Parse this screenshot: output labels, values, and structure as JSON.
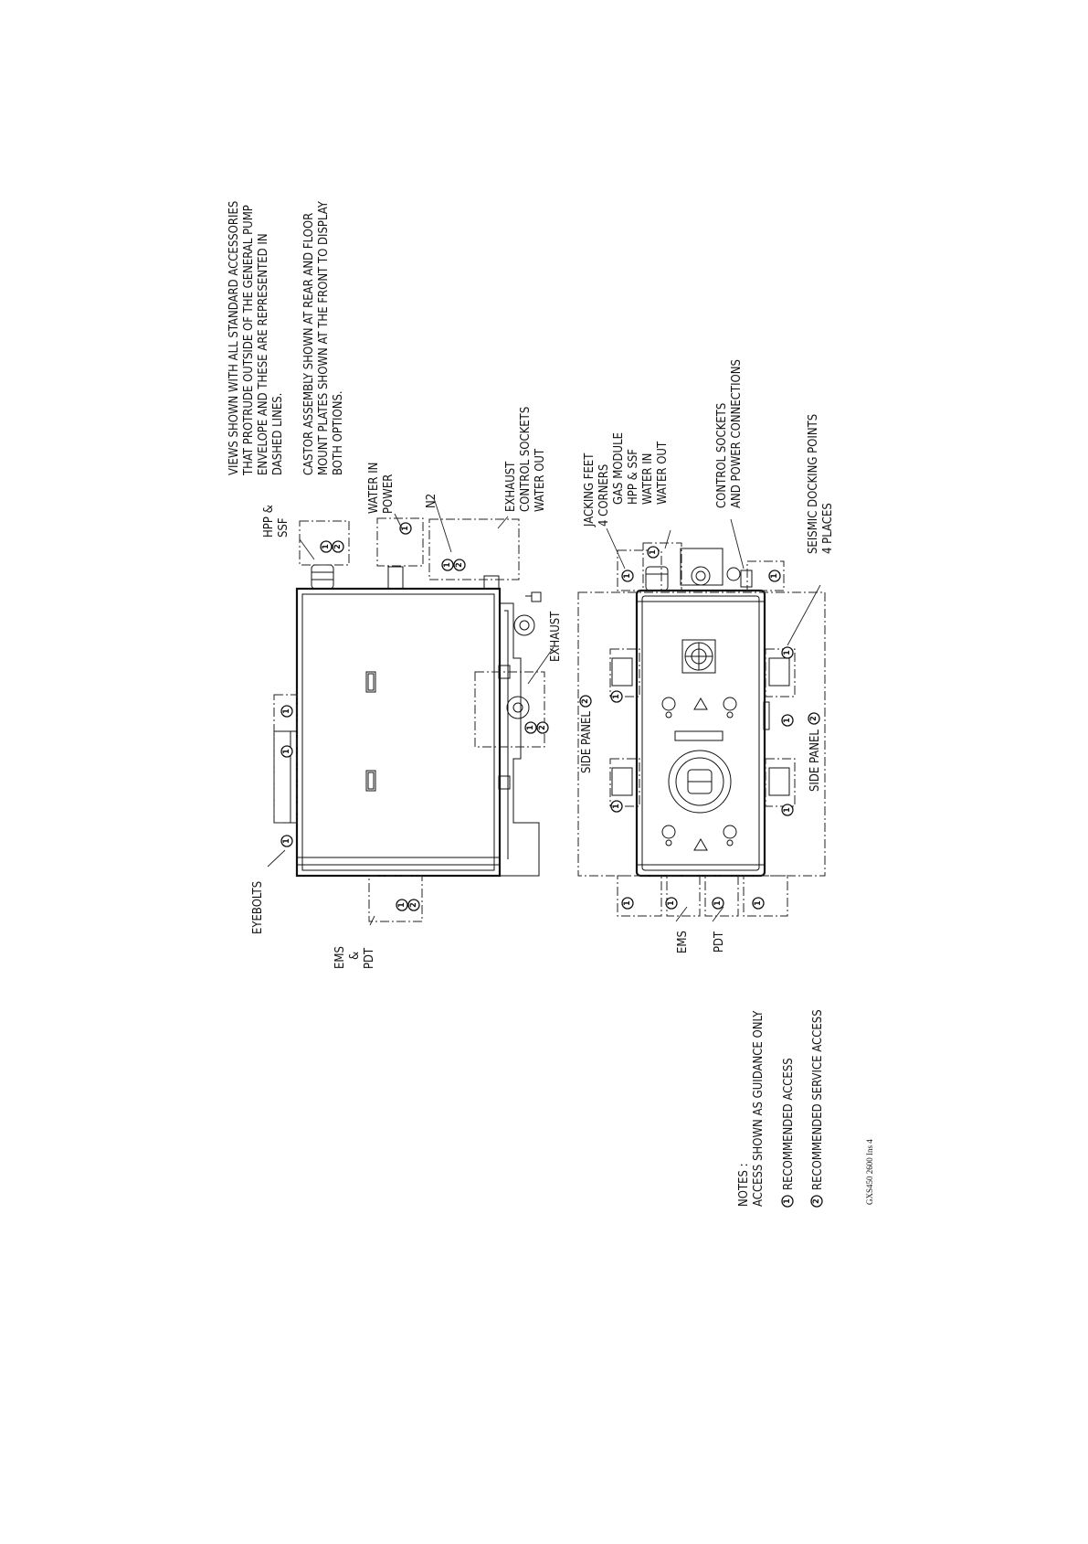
{
  "header_notes": {
    "views_note": [
      "VIEWS SHOWN WITH ALL STANDARD ACCESSORIES",
      "THAT PROTRUDE OUTSIDE OF THE GENERAL PUMP",
      "ENVELOPE AND THESE ARE REPRESENTED IN",
      "DASHED LINES."
    ],
    "castor_note": [
      "CASTOR ASSEMBLY SHOWN AT REAR AND FLOOR",
      "MOUNT PLATES SHOWN AT THE FRONT TO DISPLAY",
      "BOTH OPTIONS."
    ]
  },
  "side_view": {
    "labels": {
      "hpp_ssf": [
        "HPP &",
        "SSF"
      ],
      "water_power": [
        "WATER IN",
        "POWER"
      ],
      "n2": "N2",
      "exhaust_group": [
        "EXHAUST",
        "CONTROL SOCKETS",
        "WATER OUT"
      ],
      "exhaust": "EXHAUST",
      "eyebolts": "EYEBOLTS",
      "ems_pdt": [
        "EMS",
        "&",
        "PDT"
      ]
    }
  },
  "top_view": {
    "labels": {
      "jacking_feet": [
        "JACKING FEET",
        "4 CORNERS"
      ],
      "gas_group": [
        "GAS MODULE",
        "HPP & SSF",
        "WATER IN",
        "WATER OUT"
      ],
      "control_group": [
        "CONTROL SOCKETS",
        "AND POWER CONNECTIONS"
      ],
      "seismic": [
        "SEISMIC DOCKING POINTS",
        "4 PLACES"
      ],
      "side_panel_left": "SIDE PANEL",
      "side_panel_right": "SIDE PANEL",
      "ems": "EMS",
      "pdt": "PDT"
    }
  },
  "legend": {
    "title": "NOTES :",
    "guidance": "ACCESS SHOWN AS GUIDANCE ONLY",
    "items": [
      {
        "symbol": "1",
        "text": "RECOMMENDED ACCESS"
      },
      {
        "symbol": "2",
        "text": "RECOMMENDED SERVICE ACCESS"
      }
    ]
  },
  "drawing_ref": "GXS450 2600 Ins 4"
}
